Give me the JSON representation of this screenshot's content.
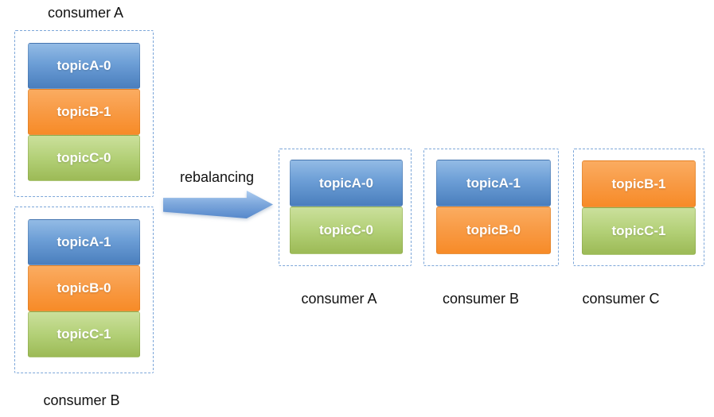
{
  "stage_before": {
    "consumers": [
      {
        "label": "consumer A",
        "partitions": [
          {
            "label": "topicA-0",
            "topic": "topicA",
            "color": "#4f81bd"
          },
          {
            "label": "topicB-1",
            "topic": "topicB",
            "color": "#f79646"
          },
          {
            "label": "topicC-0",
            "topic": "topicC",
            "color": "#9bbb59"
          }
        ]
      },
      {
        "label": "consumer B",
        "partitions": [
          {
            "label": "topicA-1",
            "topic": "topicA",
            "color": "#4f81bd"
          },
          {
            "label": "topicB-0",
            "topic": "topicB",
            "color": "#f79646"
          },
          {
            "label": "topicC-1",
            "topic": "topicC",
            "color": "#9bbb59"
          }
        ]
      }
    ]
  },
  "transition": {
    "label": "rebalancing",
    "arrow_direction": "right",
    "arrow_color": "#7fa9dd"
  },
  "stage_after": {
    "consumers": [
      {
        "label": "consumer A",
        "partitions": [
          {
            "label": "topicA-0",
            "topic": "topicA",
            "color": "#4f81bd"
          },
          {
            "label": "topicC-0",
            "topic": "topicC",
            "color": "#9bbb59"
          }
        ]
      },
      {
        "label": "consumer B",
        "partitions": [
          {
            "label": "topicA-1",
            "topic": "topicA",
            "color": "#4f81bd"
          },
          {
            "label": "topicB-0",
            "topic": "topicB",
            "color": "#f79646"
          }
        ]
      },
      {
        "label": "consumer C",
        "partitions": [
          {
            "label": "topicB-1",
            "topic": "topicB",
            "color": "#f79646"
          },
          {
            "label": "topicC-1",
            "topic": "topicC",
            "color": "#9bbb59"
          }
        ]
      }
    ]
  },
  "colors": {
    "topic_a_blue": "#4f81bd",
    "topic_b_orange": "#f79646",
    "topic_c_green": "#9bbb59",
    "dashed_border": "#7da7d9",
    "arrow_blue": "#7fa9dd",
    "label_text": "#111111",
    "partition_text": "#ffffff",
    "background": "#ffffff"
  }
}
